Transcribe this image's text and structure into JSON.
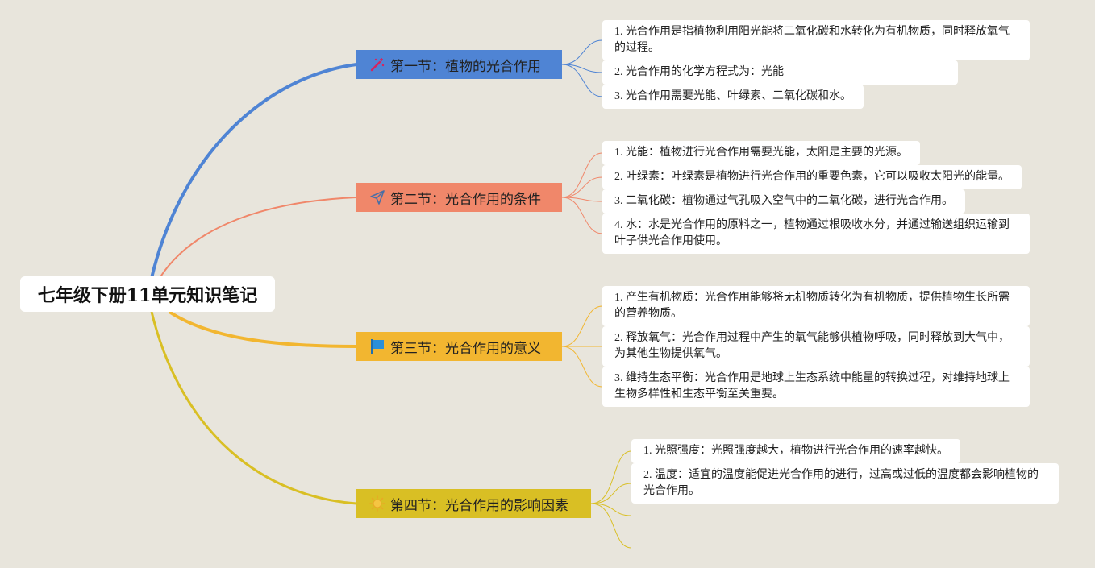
{
  "root": {
    "title": "七年级下册11单元知识笔记"
  },
  "colors": {
    "background": "#e8e5dc",
    "section1": "#4f84d4",
    "section2": "#f0876a",
    "section3": "#f2b630",
    "section4": "#d9bf24"
  },
  "sections": [
    {
      "title": "第一节：植物的光合作用",
      "icon": "magic-wand-icon",
      "items": [
        "1. 光合作用是指植物利用阳光能将二氧化碳和水转化为有机物质，同时释放氧气\n的过程。",
        "2. 光合作用的化学方程式为：光能",
        "3. 光合作用需要光能、叶绿素、二氧化碳和水。"
      ]
    },
    {
      "title": "第二节：光合作用的条件",
      "icon": "paper-plane-icon",
      "items": [
        "1. 光能：植物进行光合作用需要光能，太阳是主要的光源。",
        "2. 叶绿素：叶绿素是植物进行光合作用的重要色素，它可以吸收太阳光的能量。",
        "3. 二氧化碳：植物通过气孔吸入空气中的二氧化碳，进行光合作用。",
        "4. 水：水是光合作用的原料之一，植物通过根吸收水分，并通过输送组织运输到\n叶子供光合作用使用。"
      ]
    },
    {
      "title": "第三节：光合作用的意义",
      "icon": "flag-icon",
      "items": [
        "1. 产生有机物质：光合作用能够将无机物质转化为有机物质，提供植物生长所需\n的营养物质。",
        "2. 释放氧气：光合作用过程中产生的氧气能够供植物呼吸，同时释放到大气中，\n为其他生物提供氧气。",
        "3. 维持生态平衡：光合作用是地球上生态系统中能量的转换过程，对维持地球上\n生物多样性和生态平衡至关重要。"
      ]
    },
    {
      "title": "第四节：光合作用的影响因素",
      "icon": "sun-icon",
      "items": [
        "1. 光照强度：光照强度越大，植物进行光合作用的速率越快。",
        "2. 温度：适宜的温度能促进光合作用的进行，过高或过低的温度都会影响植物的\n光合作用。"
      ]
    }
  ]
}
